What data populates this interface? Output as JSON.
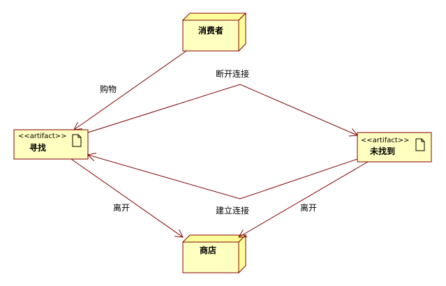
{
  "colors": {
    "node_fill": "#ffffc0",
    "node_side": "#ffff99",
    "node_border": "#800000",
    "edge": "#800000"
  },
  "nodes": {
    "consumer": {
      "name": "消费者",
      "kind": "node"
    },
    "store": {
      "name": "商店",
      "kind": "node"
    },
    "search": {
      "stereotype": "<<artifact>>",
      "name": "寻找",
      "kind": "artifact",
      "icon": "document-icon"
    },
    "notfound": {
      "stereotype": "<<artifact>>",
      "name": "未找到",
      "kind": "artifact",
      "icon": "document-icon"
    }
  },
  "edges": {
    "shopping": {
      "from": "consumer",
      "to": "search",
      "label": "购物"
    },
    "disconnect": {
      "from": "search",
      "to": "notfound",
      "label": "断开连接"
    },
    "connect": {
      "from": "notfound",
      "to": "search",
      "label": "建立连接"
    },
    "leave_left": {
      "from": "search",
      "to": "store",
      "label": "离开"
    },
    "leave_right": {
      "from": "notfound",
      "to": "store",
      "label": "离开"
    }
  }
}
